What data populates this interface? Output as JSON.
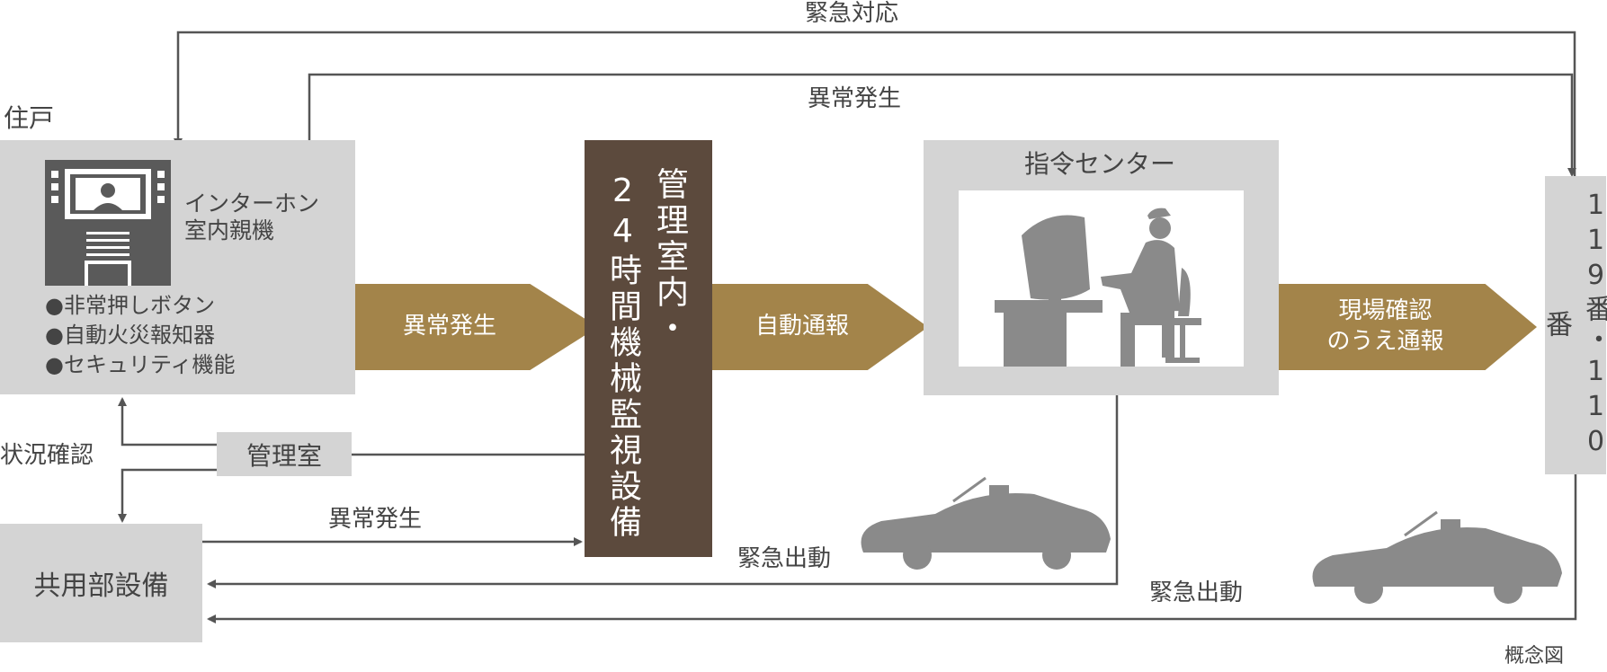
{
  "labels": {
    "emergency_response": "緊急対応",
    "anomaly_top": "異常発生",
    "residence": "住戸",
    "intercom": "インターホン\n室内親機",
    "features": [
      "●非常押しボタン",
      "●自動火災報知器",
      "●セキュリティ機能"
    ],
    "arrow_anomaly": "異常発生",
    "monitor": "24時間機械監視設備",
    "monitor_col1": "管理室内・",
    "monitor_col2": "24時間機械監視設備",
    "arrow_auto": "自動通報",
    "command_center": "指令センター",
    "arrow_confirm": "現場確認\nのうえ通報",
    "police_fire": "119番・110番",
    "status_check": "状況確認",
    "management_room": "管理室",
    "anomaly_lower": "異常発生",
    "common_facilities": "共用部設備",
    "dispatch_1": "緊急出動",
    "dispatch_2": "緊急出動",
    "concept": "概念図"
  },
  "colors": {
    "gray_box": "#d4d4d4",
    "gold_arrow": "#a3844a",
    "dark_brown": "#5c4a3d",
    "line": "#555555",
    "silhouette": "#8a8a8a"
  },
  "icons": [
    "intercom-icon",
    "operator-icon",
    "police-car-icon"
  ]
}
